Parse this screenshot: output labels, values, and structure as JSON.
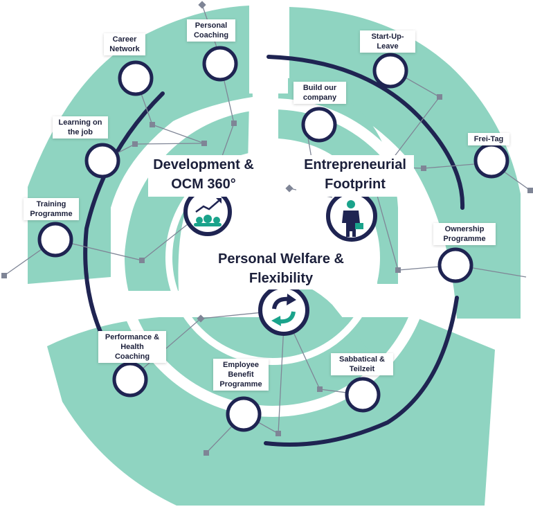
{
  "colors": {
    "teal": "#8fd4c1",
    "navy": "#1f2452",
    "node_fill": "#ffffff",
    "connector": "#7f8596",
    "icon_teal": "#1aa38b"
  },
  "categories": {
    "development": {
      "title": "Development &\nOCM 360°",
      "icon": "people-growth-icon"
    },
    "entrepreneurial": {
      "title": "Entrepreneurial\nFootprint",
      "icon": "businessman-icon"
    },
    "welfare": {
      "title": "Personal Welfare &\nFlexibility",
      "icon": "refresh-arrows-icon"
    }
  },
  "nodes": {
    "career_network": "Career\nNetwork",
    "personal_coaching": "Personal\nCoaching",
    "learning_on_job": "Learning on\nthe job",
    "training_programme": "Training\nProgramme",
    "build_company": "Build our\ncompany",
    "start_up_leave": "Start-Up-\nLeave",
    "frei_tag": "Frei-Tag",
    "ownership_programme": "Ownership\nProgramme",
    "performance_health": "Performance &\nHealth Coaching",
    "employee_benefit": "Employee\nBenefit\nProgramme",
    "sabbatical": "Sabbatical &\nTeilzeit"
  }
}
